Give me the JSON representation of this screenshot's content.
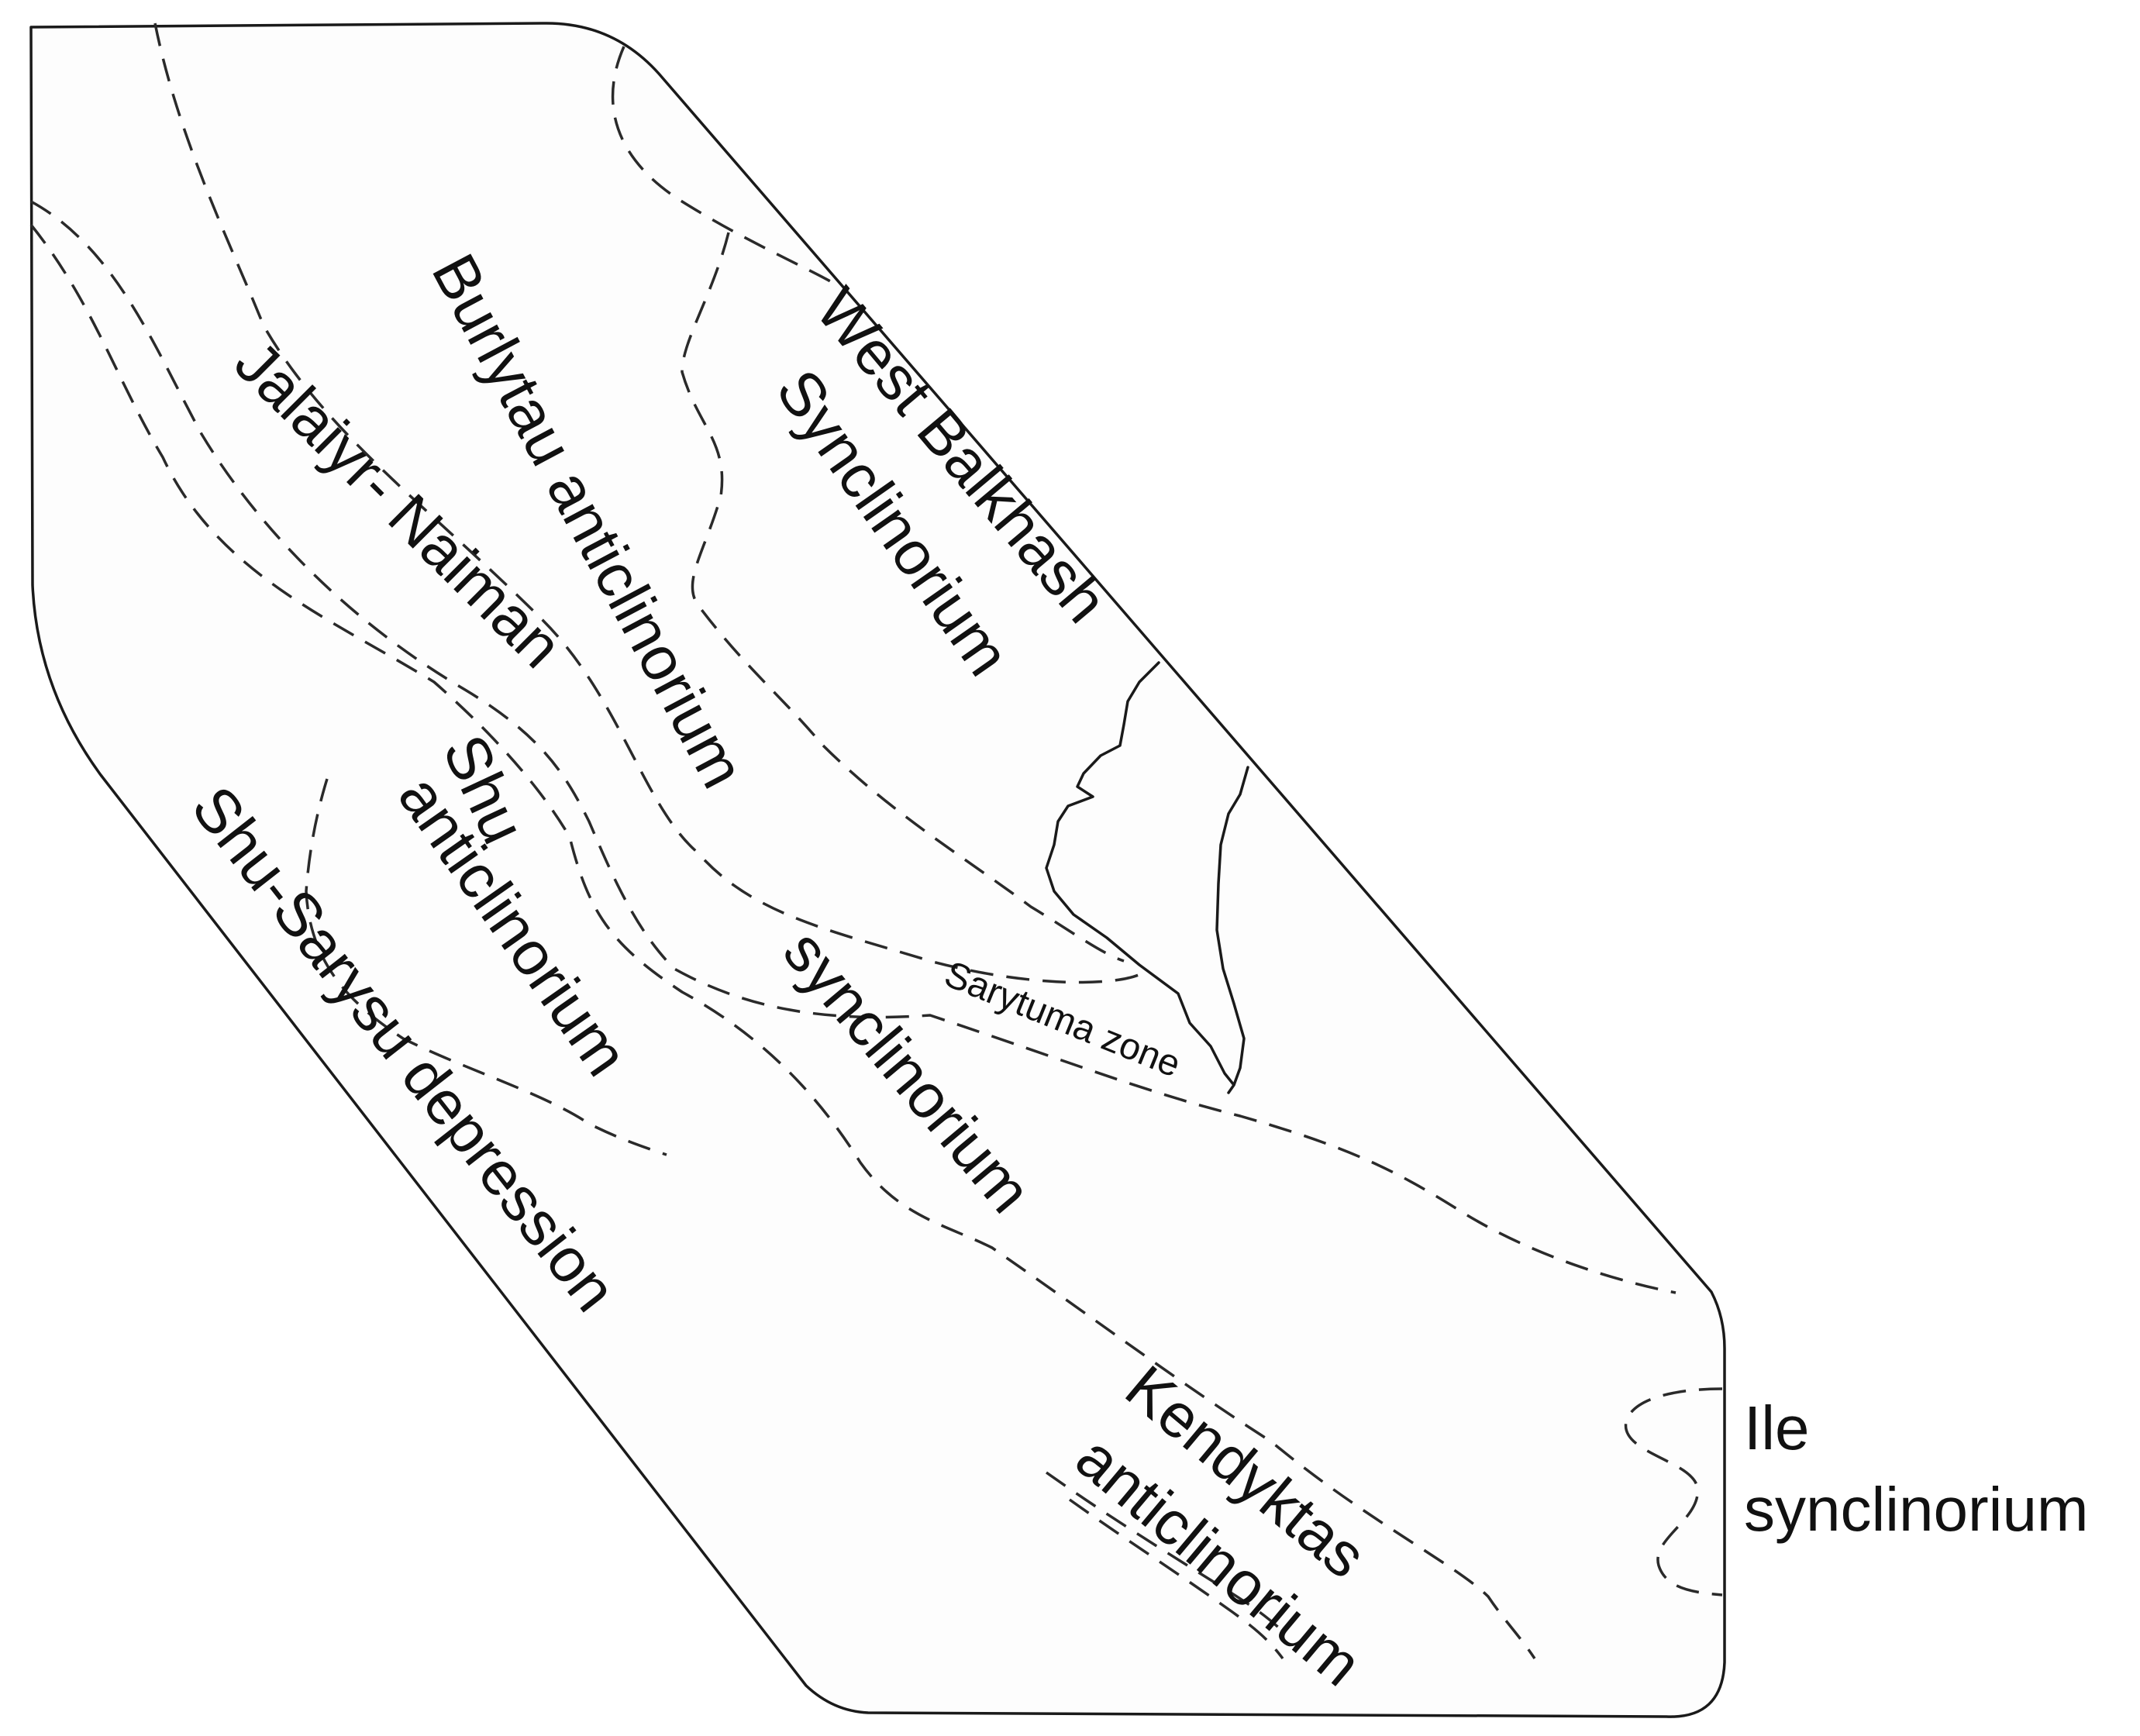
{
  "labels": {
    "burlytau": "Burlytau anticlinorium",
    "west_balkhash_1": "West Balkhash",
    "west_balkhash_2": "Synclinorium",
    "jalair_naiman": "Jalaiyr- Naiman",
    "synclinorium": "synclinorium",
    "sarytuma": "Sarytuma zone",
    "shu_1": "Shu",
    "shu_2": "anticlinorium",
    "shu_sarysu": "Shu-Sarysu depression",
    "kendyktas_1": "Kendyktas",
    "kendyktas_2": "anticlinorium",
    "ile_1": "Ile",
    "ile_2": "synclinorium"
  },
  "line_styles": {
    "boundary": "solid",
    "zone_boundaries": "dashed",
    "shoreline": "solid"
  },
  "colors": {
    "line": "#1a1a1a",
    "background": "#ffffff"
  }
}
